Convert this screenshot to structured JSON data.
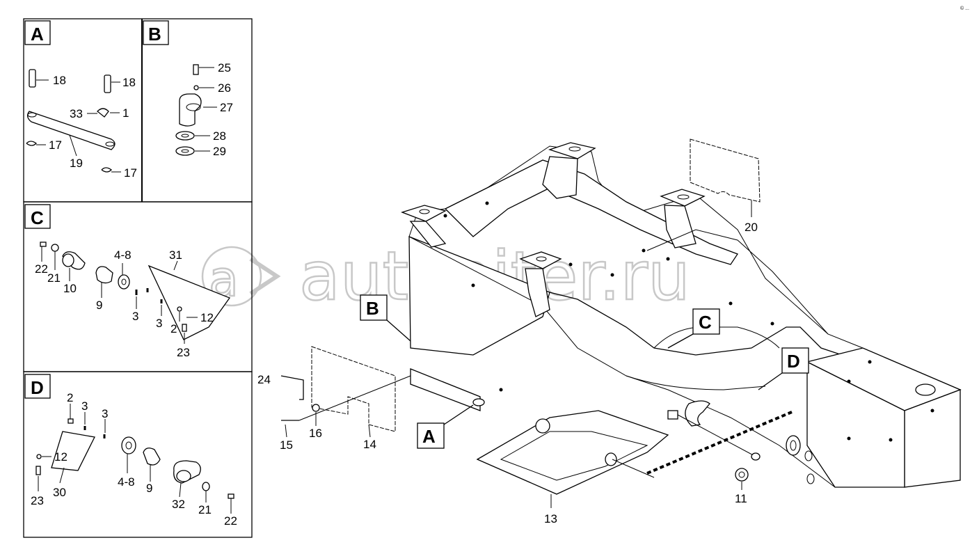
{
  "watermark": "autopiter.ru",
  "corner_mark": "© ...",
  "panels": [
    {
      "id": "A",
      "callouts": [
        "18",
        "18",
        "33",
        "1",
        "17",
        "19",
        "17"
      ]
    },
    {
      "id": "B",
      "callouts": [
        "25",
        "26",
        "27",
        "28",
        "29"
      ]
    },
    {
      "id": "C",
      "callouts": [
        "22",
        "21",
        "10",
        "9",
        "4-8",
        "31",
        "3",
        "3",
        "2",
        "12",
        "23"
      ]
    },
    {
      "id": "D",
      "callouts": [
        "2",
        "3",
        "3",
        "12",
        "23",
        "30",
        "4-8",
        "9",
        "32",
        "21",
        "22"
      ]
    }
  ],
  "main": {
    "labels": {
      "B": "B",
      "C": "C",
      "D": "D",
      "A": "A"
    },
    "callouts": [
      "20",
      "24",
      "15",
      "16",
      "14",
      "13",
      "11"
    ]
  }
}
